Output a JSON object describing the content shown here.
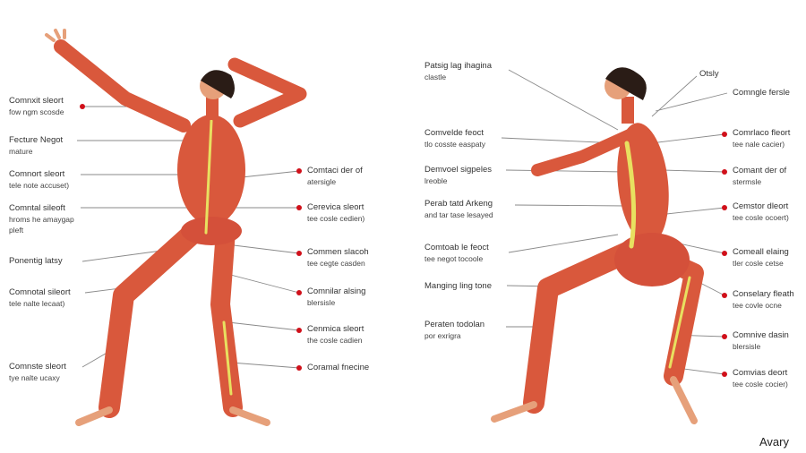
{
  "colors": {
    "muscle": "#d9583c",
    "muscle_dark": "#b8402a",
    "tendon": "#e8e060",
    "hair": "#2a1c16",
    "marker": "#d0101a",
    "line": "#888888"
  },
  "left_figure": {
    "left_labels": [
      {
        "l1": "Comnxit sleort",
        "l2": "fow ngm scosde",
        "marker": true
      },
      {
        "l1": "Fecture Negot",
        "l2": "mature",
        "marker": false
      },
      {
        "l1": "Comnort sleort",
        "l2": "tele note accuset)",
        "marker": false
      },
      {
        "l1": "Comntal sileoft",
        "l2": "hroms he amaygap",
        "l3": "pleft",
        "marker": false
      },
      {
        "l1": "Ponentig latsy",
        "l2": "",
        "marker": false
      },
      {
        "l1": "Comnotal sileort",
        "l2": "tele nalte lecaat)",
        "marker": false
      },
      {
        "l1": "Comnste sleort",
        "l2": "tye nalte ucaxy",
        "marker": false
      }
    ],
    "right_labels": [
      {
        "l1": "Comtaci der of",
        "l2": "atersigle"
      },
      {
        "l1": "Cerevica sleort",
        "l2": "tee cosle cedien)"
      },
      {
        "l1": "Commen slacoh",
        "l2": "tee cegte casden"
      },
      {
        "l1": "Comnilar alsing",
        "l2": "blersisle"
      },
      {
        "l1": "Cenmica sleort",
        "l2": "the cosle cadien"
      },
      {
        "l1": "Coramal fnecine",
        "l2": ""
      }
    ]
  },
  "right_figure": {
    "left_labels": [
      {
        "l1": "Patsig lag ihagina",
        "l2": "clastle"
      },
      {
        "l1": "Comvelde feoct",
        "l2": "tlo cosste easpaty"
      },
      {
        "l1": "Demvoel sigpeles",
        "l2": "lreoble"
      },
      {
        "l1": "Perab tatd Arkeng",
        "l2": "and tar tase lesayed"
      },
      {
        "l1": "Comtoab le feoct",
        "l2": "tee negot tocoole"
      },
      {
        "l1": "Manging ling tone",
        "l2": ""
      },
      {
        "l1": "Peraten todolan",
        "l2": "por exrigra"
      }
    ],
    "top_labels": [
      {
        "l1": "Otsly"
      },
      {
        "l1": "Comngle fersle"
      }
    ],
    "right_labels": [
      {
        "l1": "Comrlaco fleort",
        "l2": "tee nale cacier)"
      },
      {
        "l1": "Comant der of",
        "l2": "stermsle"
      },
      {
        "l1": "Cemstor dleort",
        "l2": "tee cosle ocoert)"
      },
      {
        "l1": "Comeall elaing",
        "l2": "tler cosle cetse"
      },
      {
        "l1": "Conselary fleath",
        "l2": "tee covle ocne"
      },
      {
        "l1": "Comnive dasin",
        "l2": "blersisle"
      },
      {
        "l1": "Comvias deort",
        "l2": "tee cosle cocier)"
      }
    ]
  },
  "brand": "Avary"
}
